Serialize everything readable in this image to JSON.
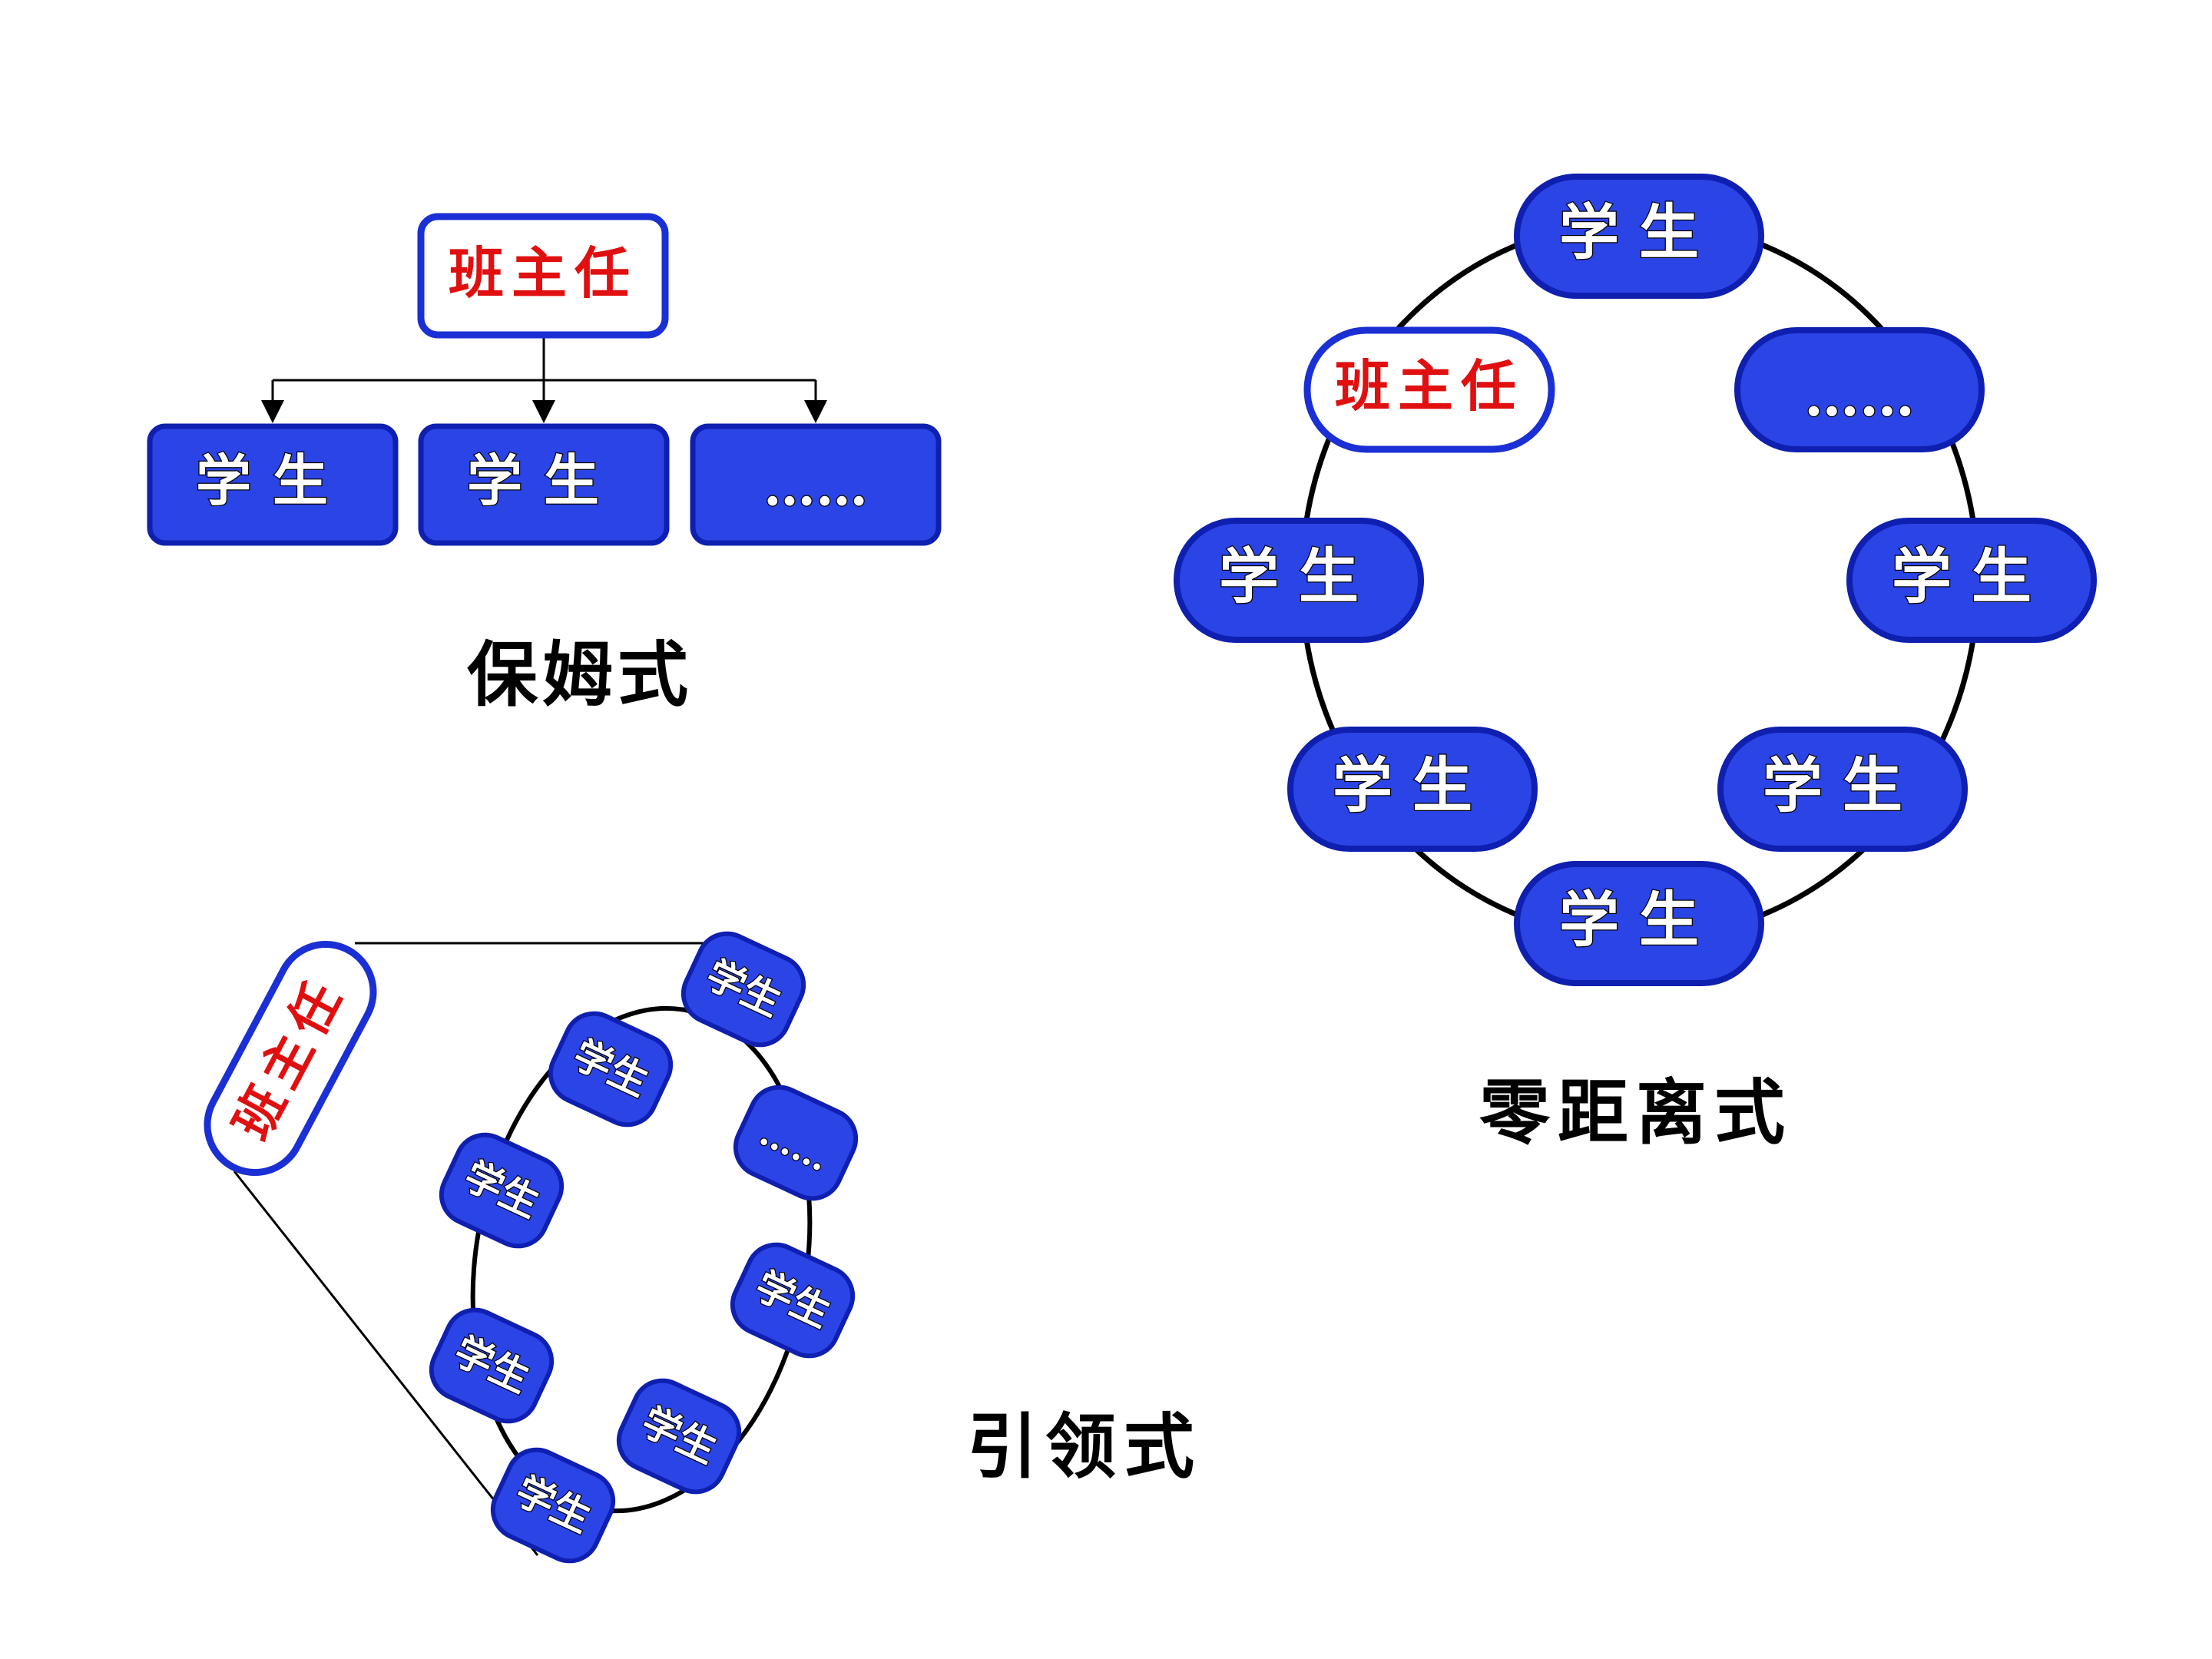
{
  "diagrams": {
    "nanny": {
      "caption": "保姆式",
      "teacher": "班主任",
      "children": [
        "学生",
        "学生",
        "……"
      ]
    },
    "zero_distance": {
      "caption": "零距离式",
      "nodes": [
        "学生",
        "……",
        "学生",
        "学生",
        "学生",
        "学生",
        "学生",
        "班主任"
      ]
    },
    "guiding": {
      "caption": "引领式",
      "teacher": "班主任",
      "nodes": [
        "学生",
        "……",
        "学生",
        "学生",
        "学生",
        "学生",
        "学生",
        "学生"
      ]
    }
  },
  "colors": {
    "node_blue": "#2b44e6",
    "node_border": "#1a2fd4",
    "teacher_text": "#e01010"
  }
}
